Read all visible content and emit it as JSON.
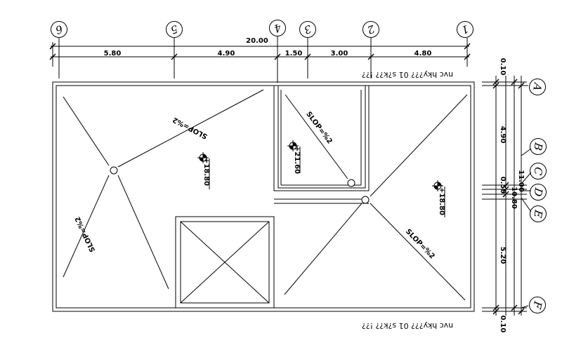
{
  "overall_dimension": "20.00",
  "top_segments": [
    "5.80",
    "4.90",
    "1.50",
    "3.00",
    "4.80"
  ],
  "grid_top": [
    "6",
    "5",
    "4",
    "3",
    "2",
    "1"
  ],
  "grid_right": [
    "A",
    "B",
    "C",
    "D",
    "E",
    "F"
  ],
  "right_dims": {
    "top_offset": "0.10",
    "a_b": "4.90",
    "total_one": "11.00",
    "c_d": "0.50",
    "total_two": "10.80",
    "e_f": "5.20",
    "bottom_offset": "0.10"
  },
  "note_text": "nvc hky??? 01 s?k?? !??",
  "slopes": [
    "SLOP=%2",
    "SLOP=%2",
    "SLOP=%2",
    "SLOP=%2"
  ],
  "levels": [
    "+18.80",
    "+21.60",
    "+18.80"
  ],
  "colors": {
    "line": "#000000",
    "background": "#ffffff"
  }
}
